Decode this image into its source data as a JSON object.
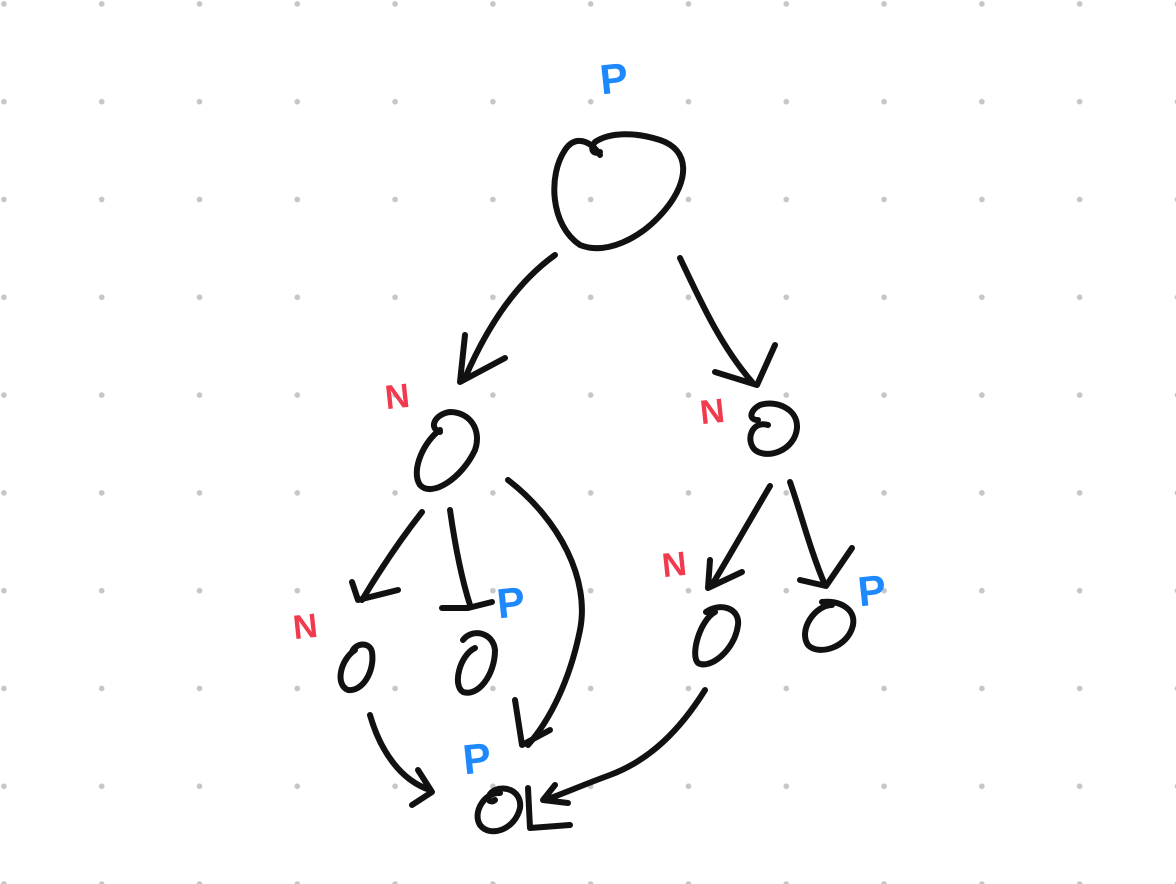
{
  "diagram": {
    "colors": {
      "P": "#1e88ff",
      "N": "#f23a4e",
      "ink": "#111111"
    },
    "labels": {
      "root": "P",
      "left": "N",
      "right": "N",
      "left_left": "N",
      "left_mid": "P",
      "right_left": "N",
      "right_right": "P",
      "bottom": "P"
    }
  }
}
